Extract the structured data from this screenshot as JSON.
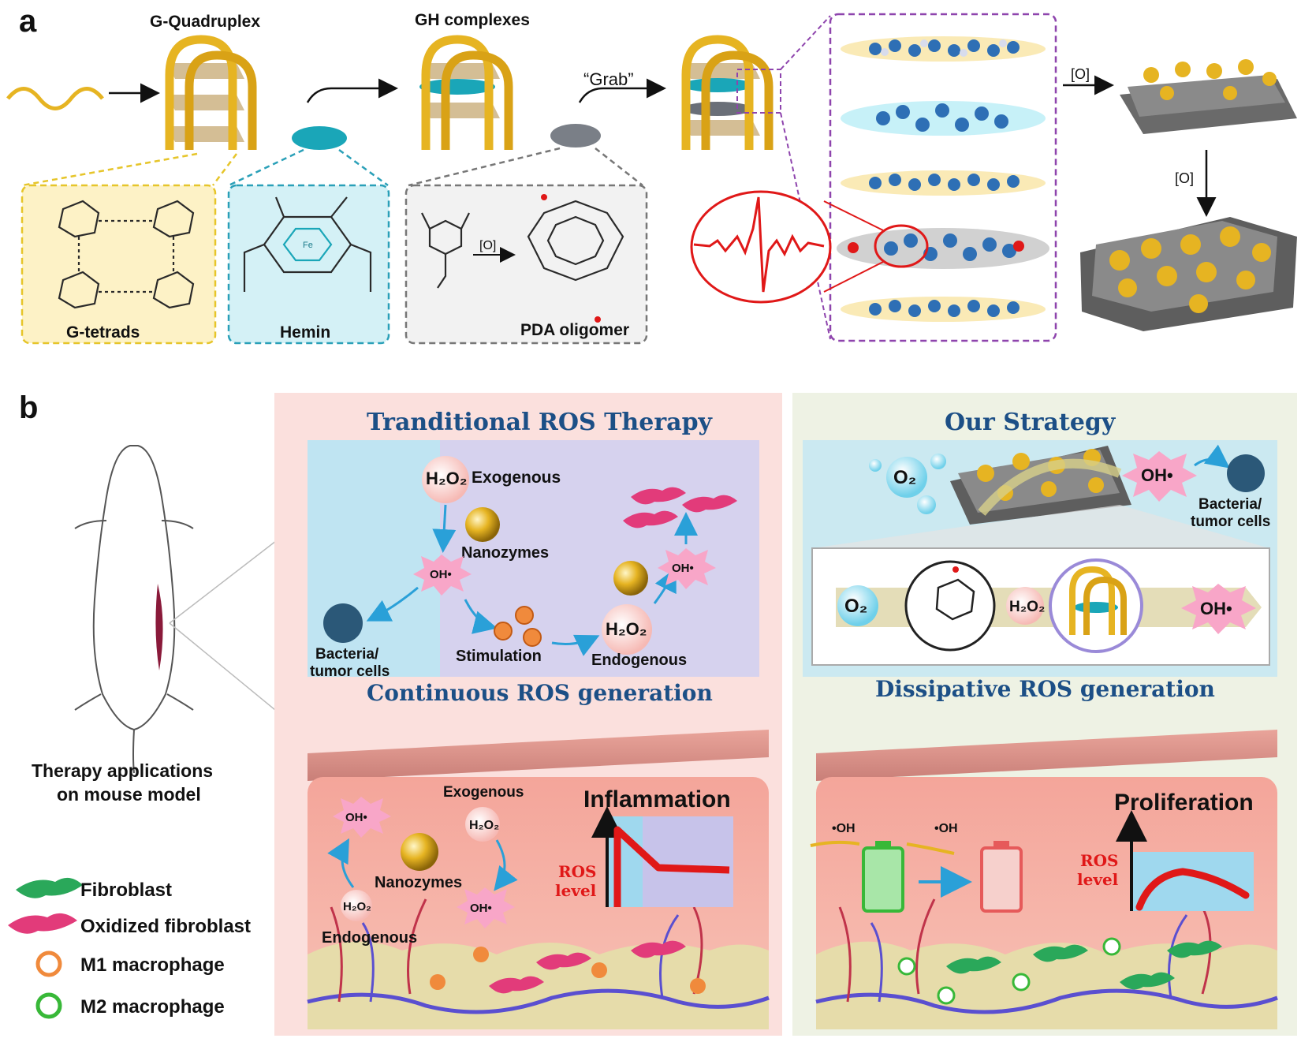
{
  "panel_a": {
    "letter": "a",
    "g_quadruplex_title": "G-Quadruplex",
    "gh_complexes_title": "GH complexes",
    "grab_label": "“Grab”",
    "oxidation_label_1": "[O]",
    "oxidation_label_2": "[O]",
    "oxidation_label_3": "[O]",
    "g_tetrads_caption": "G-tetrads",
    "hemin_caption": "Hemin",
    "pda_caption": "PDA oligomer"
  },
  "panel_b": {
    "letter": "b",
    "mouse_caption_line1": "Therapy applications",
    "mouse_caption_line2": "on mouse model",
    "traditional": {
      "title": "Tranditional ROS Therapy",
      "h2o2_exogenous": "H₂O₂",
      "exogenous": "Exogenous",
      "nanozymes": "Nanozymes",
      "oh_radical": "OH•",
      "bacteria_line1": "Bacteria/",
      "bacteria_line2": "tumor cells",
      "stimulation": "Stimulation",
      "h2o2_endogenous": "H₂O₂",
      "endogenous": "Endogenous",
      "subtitle": "Continuous ROS generation"
    },
    "strategy": {
      "title": "Our Strategy",
      "o2": "O₂",
      "oh_radical": "OH•",
      "bacteria_line1": "Bacteria/",
      "bacteria_line2": "tumor cells",
      "h2o2": "H₂O₂",
      "subtitle": "Dissipative ROS generation"
    },
    "tissue_left": {
      "exogenous": "Exogenous",
      "h2o2": "H₂O₂",
      "oh_top": "OH•",
      "oh_bottom": "OH•",
      "nanozymes": "Nanozymes",
      "endogenous": "Endogenous",
      "state": "Inflammation",
      "ros_line1": "ROS",
      "ros_line2": "level"
    },
    "tissue_right": {
      "oh_left": "•OH",
      "oh_right": "•OH",
      "state": "Proliferation",
      "ros_line1": "ROS",
      "ros_line2": "level"
    },
    "legend": {
      "fibroblast": "Fibroblast",
      "oxidized_fibroblast": "Oxidized fibroblast",
      "m1": "M1 macrophage",
      "m2": "M2 macrophage"
    }
  },
  "colors": {
    "gold": "#e8b020",
    "heading_blue": "#1c4f86",
    "ros_red": "#e01818",
    "pink_panel": "#fbe0dd",
    "green_panel": "#eef2e4",
    "light_blue": "#bfe4f2",
    "lavender": "#d6d2ee"
  }
}
